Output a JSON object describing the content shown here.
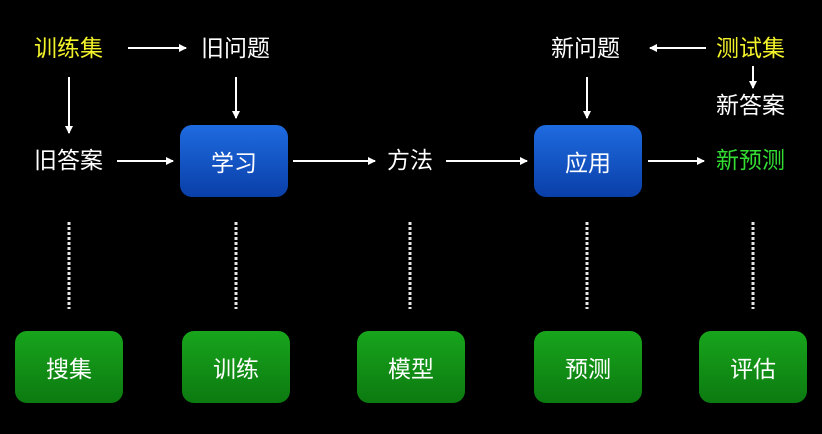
{
  "top_row": {
    "training_set": "训练集",
    "old_question": "旧问题",
    "new_question": "新问题",
    "test_set": "测试集"
  },
  "middle_row": {
    "old_answer": "旧答案",
    "learn": "学习",
    "method": "方法",
    "apply": "应用",
    "new_prediction": "新预测",
    "new_answer": "新答案"
  },
  "bottom_row": {
    "collect": "搜集",
    "train": "训练",
    "model": "模型",
    "predict": "预测",
    "evaluate": "评估"
  },
  "colors": {
    "background": "#000000",
    "yellow_text": "#f2f22a",
    "green_text": "#33dd33",
    "blue_box": "#1552c8",
    "green_box": "#129a16"
  }
}
